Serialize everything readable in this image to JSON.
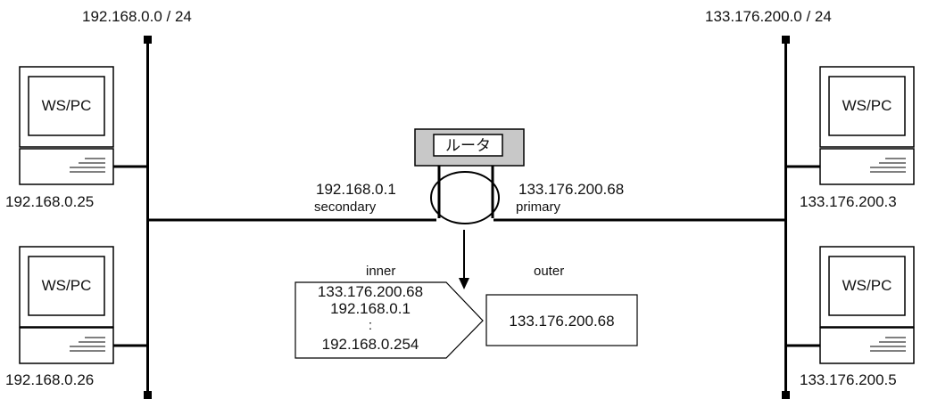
{
  "networks": {
    "left": {
      "label": "192.168.0.0 / 24"
    },
    "right": {
      "label": "133.176.200.0 / 24"
    }
  },
  "hosts": {
    "left_top": {
      "screen_label": "WS/PC",
      "ip": "192.168.0.25"
    },
    "left_bottom": {
      "screen_label": "WS/PC",
      "ip": "192.168.0.26"
    },
    "right_top": {
      "screen_label": "WS/PC",
      "ip": "133.176.200.3"
    },
    "right_bottom": {
      "screen_label": "WS/PC",
      "ip": "133.176.200.5"
    }
  },
  "router": {
    "label": "ルータ",
    "left_ip": "192.168.0.1",
    "left_role": "secondary",
    "right_ip": "133.176.200.68",
    "right_role": "primary"
  },
  "nat": {
    "inner_label": "inner",
    "outer_label": "outer",
    "inner_lines": [
      "133.176.200.68",
      "192.168.0.1",
      ":",
      "192.168.0.254"
    ],
    "outer_value": "133.176.200.68"
  },
  "colors": {
    "line": "#000000",
    "router_fill": "#c8c8c8",
    "box_fill": "#ffffff"
  }
}
